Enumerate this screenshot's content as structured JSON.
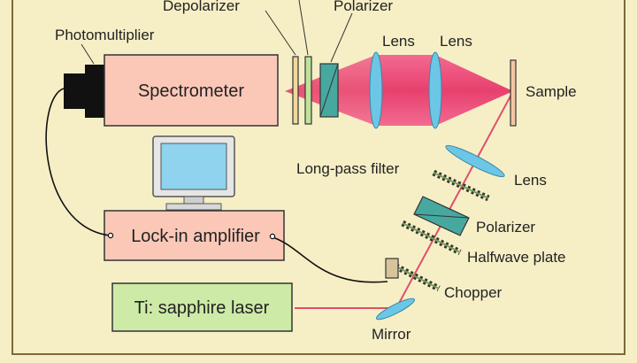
{
  "labels": {
    "depolarizer": "Depolarizer",
    "polarizer_top": "Polarizer",
    "photomultiplier": "Photomultiplier",
    "lens_1": "Lens",
    "lens_2": "Lens",
    "sample": "Sample",
    "long_pass_filter": "Long-pass filter",
    "lens_3": "Lens",
    "polarizer_bottom": "Polarizer",
    "halfwave_plate": "Halfwave plate",
    "chopper": "Chopper",
    "mirror": "Mirror"
  },
  "boxes": {
    "spectrometer": "Spectrometer",
    "lockin": "Lock-in amplifier",
    "laser": "Ti: sapphire laser"
  },
  "colors": {
    "background": "#f6efc6",
    "box_pink": "#fbc8b8",
    "box_green": "#cdeaa6",
    "beam_pink": "#e8406e",
    "laser_line": "#e0506a",
    "optic_blue": "#6cc6e6",
    "screen_blue": "#8fd3ee",
    "frame": "#7a6a3a"
  }
}
